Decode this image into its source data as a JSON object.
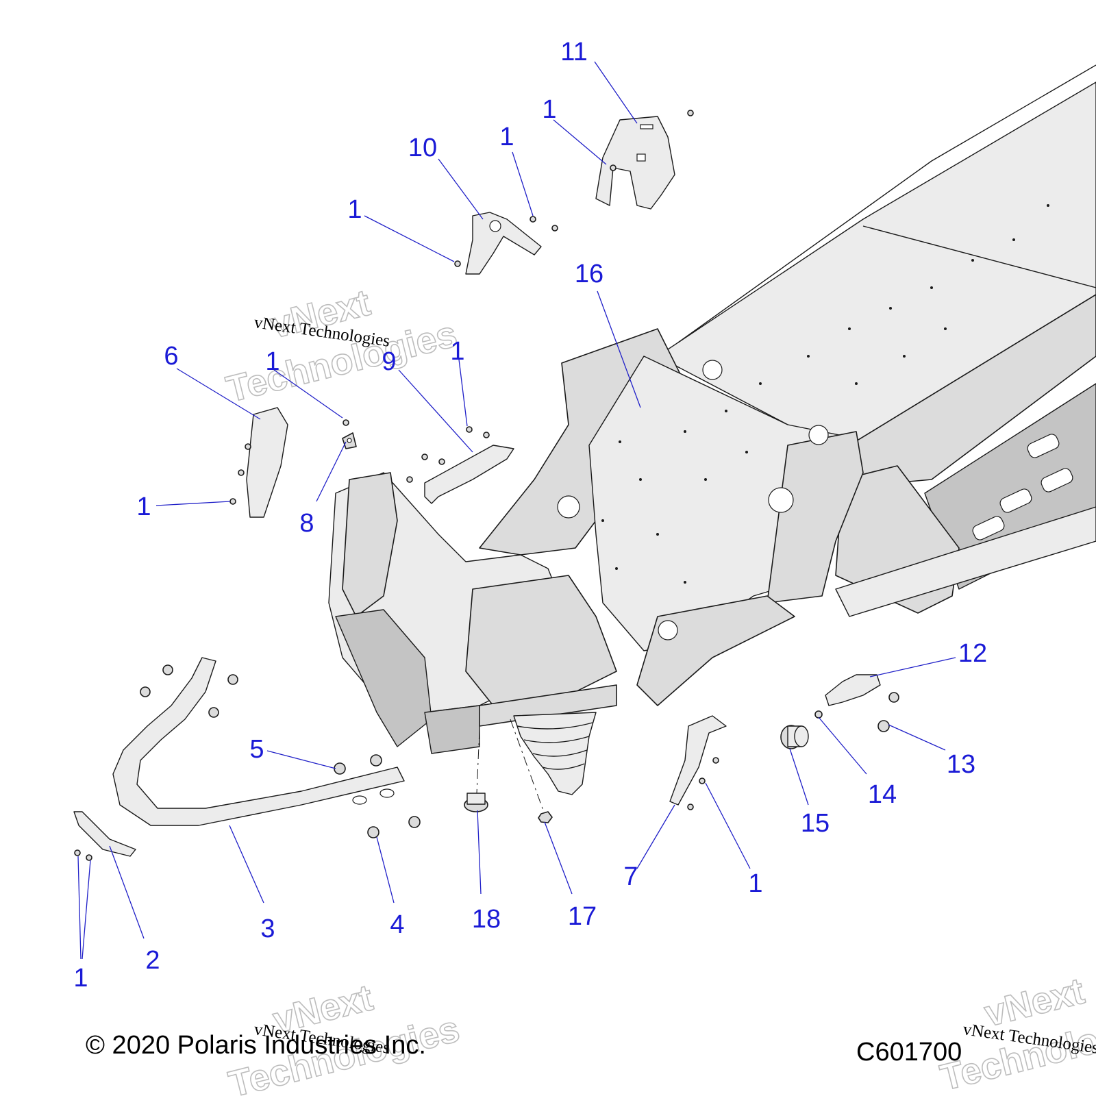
{
  "colors": {
    "callout": "#1a1ad6",
    "leader": "#2020c8",
    "watermark": "#bdbdbd"
  },
  "callouts": [
    {
      "id": "c11",
      "label": "11"
    },
    {
      "id": "c1a",
      "label": "1"
    },
    {
      "id": "c10",
      "label": "10"
    },
    {
      "id": "c1b",
      "label": "1"
    },
    {
      "id": "c1c",
      "label": "1"
    },
    {
      "id": "c16",
      "label": "16"
    },
    {
      "id": "c6",
      "label": "6"
    },
    {
      "id": "c1d",
      "label": "1"
    },
    {
      "id": "c9",
      "label": "9"
    },
    {
      "id": "c1e",
      "label": "1"
    },
    {
      "id": "c1f",
      "label": "1"
    },
    {
      "id": "c8",
      "label": "8"
    },
    {
      "id": "c12",
      "label": "12"
    },
    {
      "id": "c5",
      "label": "5"
    },
    {
      "id": "c13",
      "label": "13"
    },
    {
      "id": "c14",
      "label": "14"
    },
    {
      "id": "c15",
      "label": "15"
    },
    {
      "id": "c7",
      "label": "7"
    },
    {
      "id": "c1g",
      "label": "1"
    },
    {
      "id": "c3",
      "label": "3"
    },
    {
      "id": "c4",
      "label": "4"
    },
    {
      "id": "c18",
      "label": "18"
    },
    {
      "id": "c17",
      "label": "17"
    },
    {
      "id": "c2",
      "label": "2"
    },
    {
      "id": "c1h",
      "label": "1"
    }
  ],
  "footer": {
    "copyright": "© 2020 Polaris Industries Inc.",
    "diagram_code": "C601700"
  },
  "watermark": {
    "line1": "vNext",
    "line2": "Technologies",
    "caption": "vNext Technologies"
  }
}
